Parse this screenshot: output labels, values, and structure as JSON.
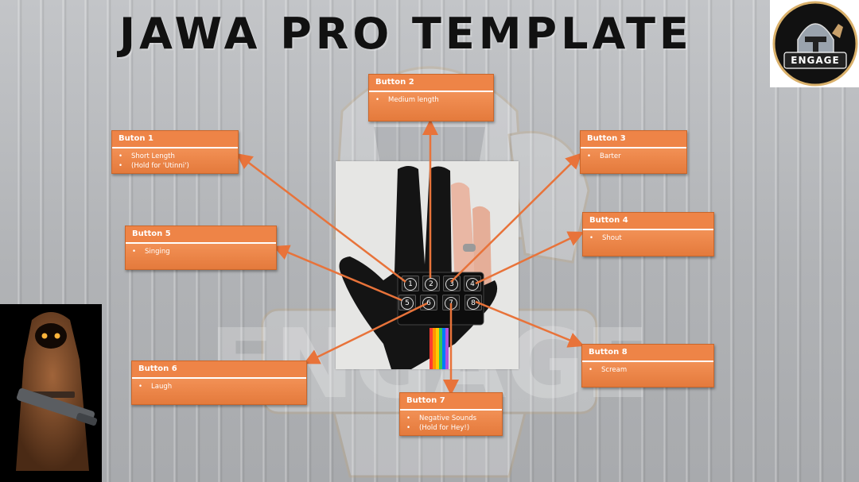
{
  "title": "JAWA PRO TEMPLATE",
  "logo": {
    "text": "ENGAGE",
    "icon": "helmet-mascot-icon"
  },
  "background": {
    "watermark_text": "ENGAGE"
  },
  "callouts": [
    {
      "id": "button-1",
      "label": "Buton 1",
      "lines": [
        "Short Length",
        "(Hold for 'Utinni')"
      ]
    },
    {
      "id": "button-2",
      "label": "Button 2",
      "lines": [
        "Medium length"
      ]
    },
    {
      "id": "button-3",
      "label": "Button 3",
      "lines": [
        "Barter"
      ]
    },
    {
      "id": "button-4",
      "label": "Button 4",
      "lines": [
        "Shout"
      ]
    },
    {
      "id": "button-5",
      "label": "Button 5",
      "lines": [
        "Singing"
      ]
    },
    {
      "id": "button-6",
      "label": "Button 6",
      "lines": [
        "Laugh"
      ]
    },
    {
      "id": "button-7",
      "label": "Button 7",
      "lines": [
        "Negative Sounds",
        "(Hold for Hey!)"
      ]
    },
    {
      "id": "button-8",
      "label": "Button 8",
      "lines": [
        "Scream"
      ]
    }
  ],
  "bullet_glyph": "•",
  "pad_buttons": [
    "1",
    "2",
    "3",
    "4",
    "5",
    "6",
    "7",
    "8"
  ],
  "colors": {
    "callout": "#ef8b4f",
    "arrow": "#e8733a",
    "background": "#b9bbbe"
  }
}
